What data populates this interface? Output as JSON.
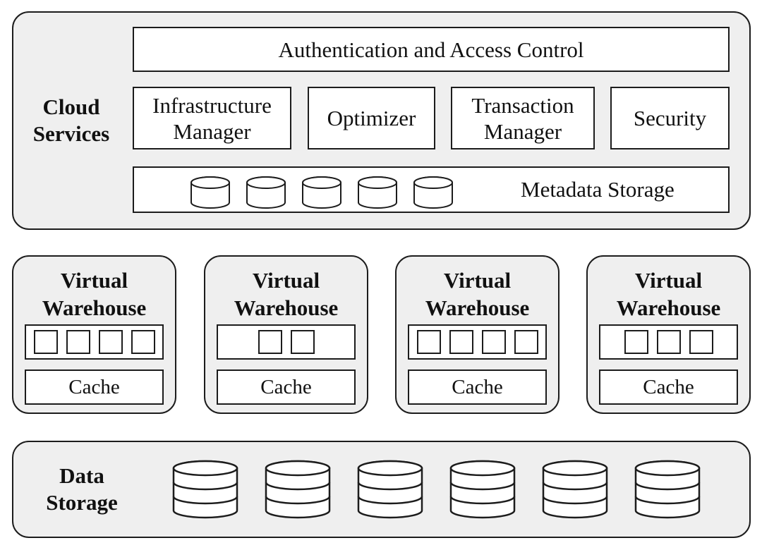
{
  "cloud_services": {
    "title_line1": "Cloud",
    "title_line2": "Services",
    "auth": "Authentication and Access Control",
    "components": [
      {
        "line1": "Infrastructure",
        "line2": "Manager"
      },
      {
        "line1": "Optimizer",
        "line2": ""
      },
      {
        "line1": "Transaction",
        "line2": "Manager"
      },
      {
        "line1": "Security",
        "line2": ""
      }
    ],
    "metadata_label": "Metadata Storage",
    "metadata_cylinders": 5
  },
  "warehouses": [
    {
      "title_line1": "Virtual",
      "title_line2": "Warehouse",
      "slots": 4,
      "cache": "Cache"
    },
    {
      "title_line1": "Virtual",
      "title_line2": "Warehouse",
      "slots": 2,
      "cache": "Cache"
    },
    {
      "title_line1": "Virtual",
      "title_line2": "Warehouse",
      "slots": 4,
      "cache": "Cache"
    },
    {
      "title_line1": "Virtual",
      "title_line2": "Warehouse",
      "slots": 3,
      "cache": "Cache"
    }
  ],
  "data_storage": {
    "title_line1": "Data",
    "title_line2": "Storage",
    "databases": 6
  }
}
